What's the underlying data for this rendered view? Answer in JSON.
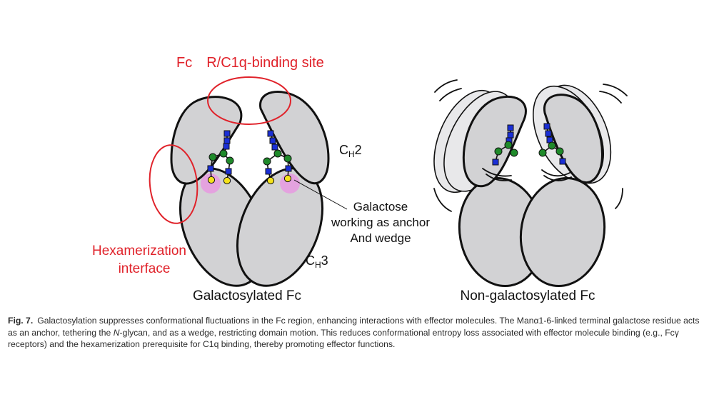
{
  "labels": {
    "binding_site": "Fc R/C1q-binding site",
    "ch2_main": "C",
    "ch2_sub": "H",
    "ch2_num": "2",
    "ch3_main": "C",
    "ch3_sub": "H",
    "ch3_num": "3",
    "galactose_line1": "Galactose",
    "galactose_line2": "working as anchor",
    "galactose_line3": "And wedge",
    "hexamer_line1": "Hexamerization",
    "hexamer_line2": "interface",
    "left_panel_title": "Galactosylated Fc",
    "right_panel_title": "Non-galactosylated Fc"
  },
  "caption": {
    "fig_label": "Fig. 7.",
    "part1": "Galactosylation suppresses conformational fluctuations in the Fc region, enhancing interactions with effector molecules. The Manα1-6-linked terminal galactose residue acts as an anchor, tethering the ",
    "italic": "N",
    "part2": "-glycan, and as a wedge, restricting domain motion. This reduces conformational entropy loss associated with effector molecule binding (e.g., Fcγ receptors) and the hexamerization prerequisite for C1q binding, thereby promoting effector functions."
  },
  "colors": {
    "domain_fill": "#d2d2d4",
    "ghost_fill": "#e8e8ea",
    "highlight_red": "#e0222a",
    "glcnac_blue": "#1a2fd6",
    "mannose_green": "#1f8a2a",
    "galactose_yellow": "#f5e31c",
    "anchor_pink": "#e89ae0"
  }
}
